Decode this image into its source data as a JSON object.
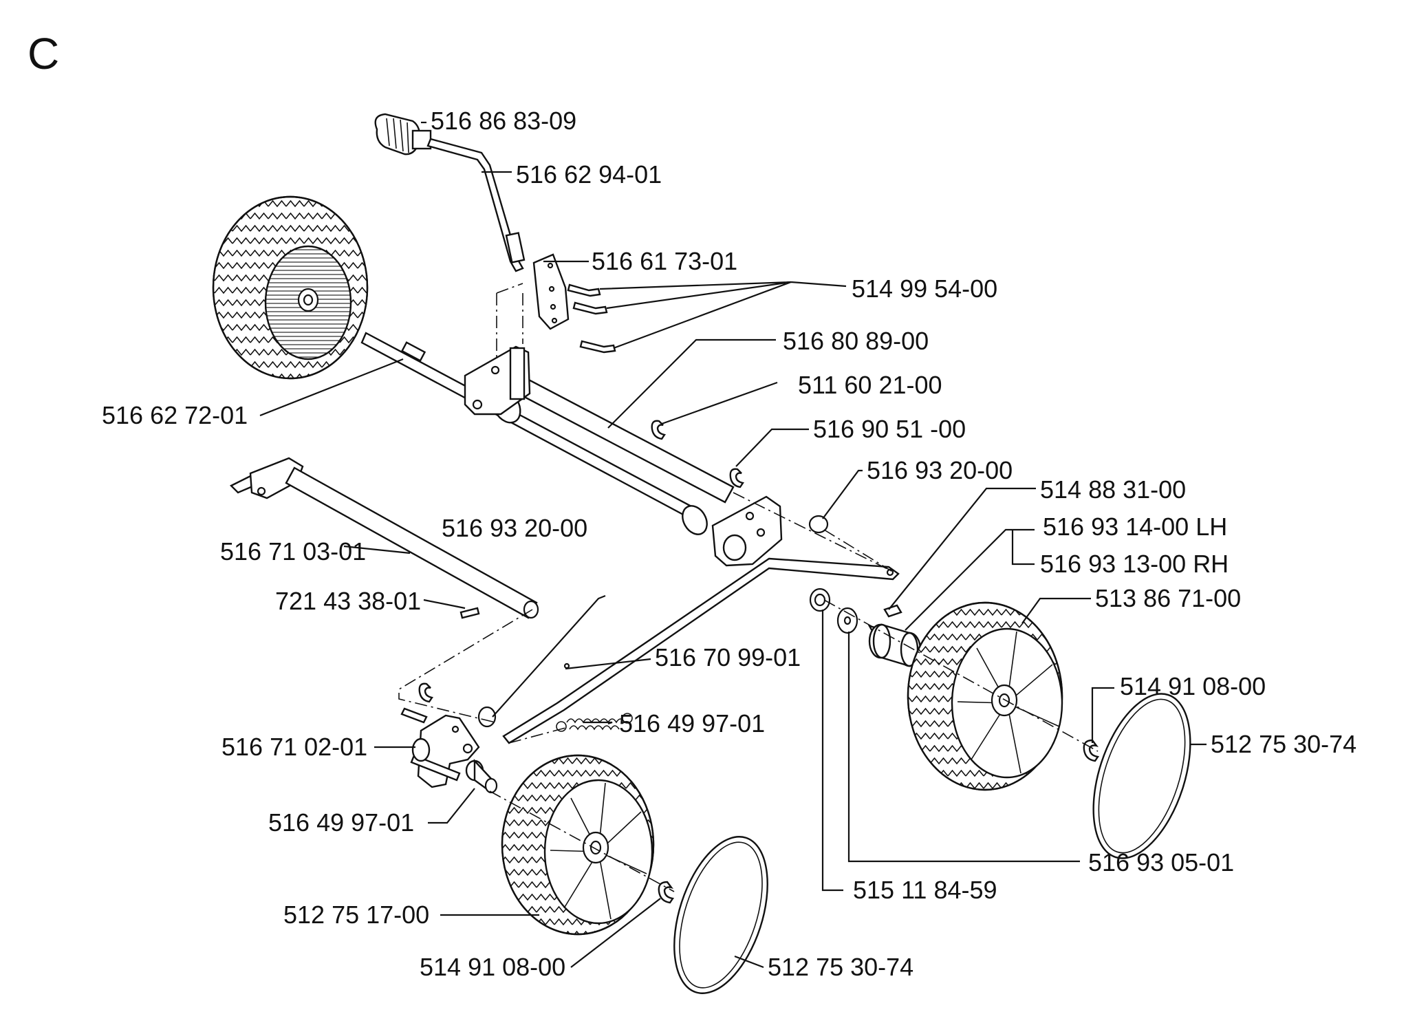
{
  "section_letter": "C",
  "labels": {
    "l01": "516 86 83-09",
    "l02": "516 62 94-01",
    "l03": "516 61 73-01",
    "l04": "514 99 54-00",
    "l05": "516 80 89-00",
    "l06": "511 60 21-00",
    "l07": "516 62 72-01",
    "l08": "516  90 51 -00",
    "l09": "516 93 20-00",
    "l10": "514 88 31-00",
    "l11": "516 93 14-00 LH",
    "l12": "516 93 13-00 RH",
    "l13": "513 86 71-00",
    "l14": "516 93 20-00",
    "l15": "516 71 03-01",
    "l16": "721 43 38-01",
    "l17": "516 70 99-01",
    "l18": "514 91 08-00",
    "l19": "512 75 30-74",
    "l20": "516 49 97-01",
    "l21": "516 71 02-01",
    "l22": "516 49 97-01",
    "l23": "516 93 05-01",
    "l24": "515 11 84-59",
    "l25": "512 75 17-00",
    "l26": "514 91 08-00",
    "l27": "512 75 30-74"
  }
}
